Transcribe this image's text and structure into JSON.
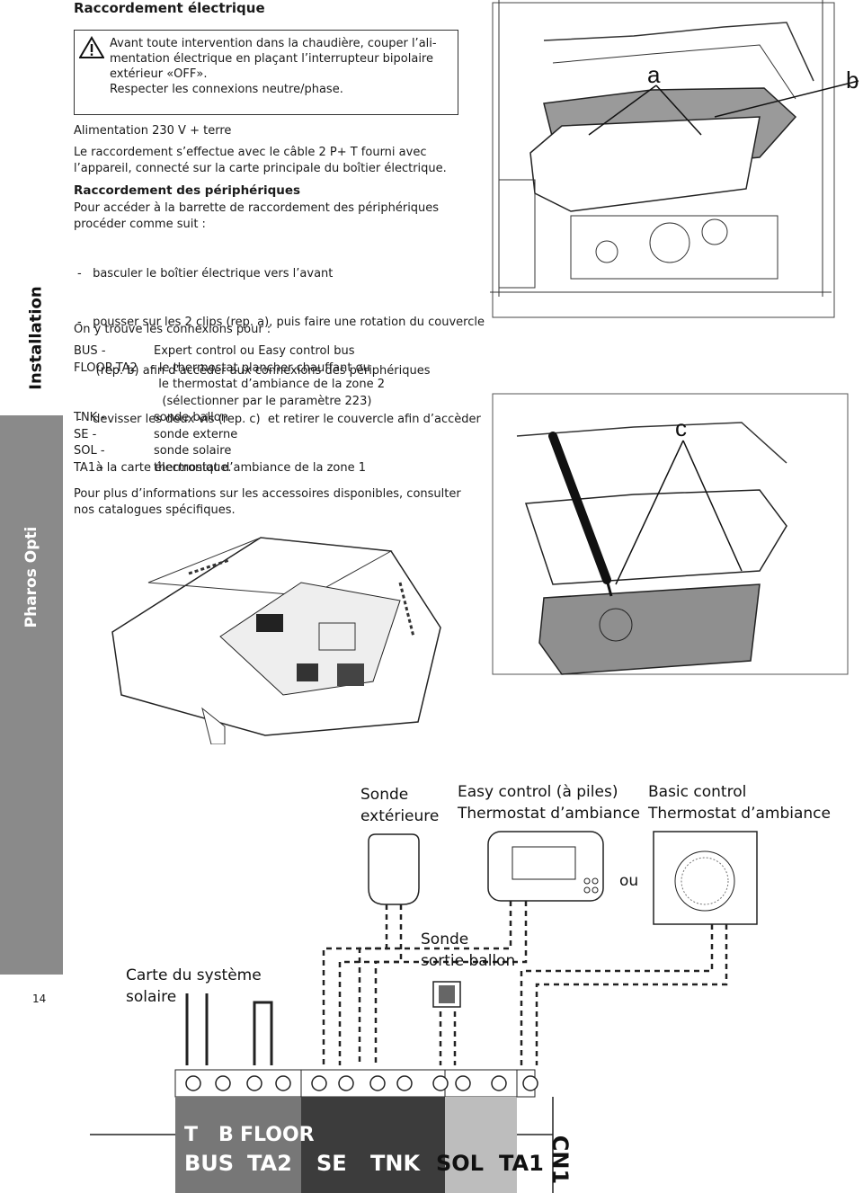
{
  "header": {
    "title": "Raccordement électrique"
  },
  "sidebar": {
    "section": "Installation",
    "product": "Pharos Opti",
    "page_number": "14"
  },
  "warning": {
    "lines": [
      "Avant toute intervention dans la chaudière, couper l’ali-",
      "mentation électrique en plaçant l’interrupteur bipolaire",
      "extérieur «OFF».",
      "Respecter les connexions neutre/phase."
    ]
  },
  "body": {
    "supply": "Alimentation 230 V + terre",
    "connection_1": "Le raccordement s’effectue avec le câble 2 P+ T fourni avec",
    "connection_2": "l’appareil, connecté sur la carte principale du boîtier électrique.",
    "periph_heading": "Raccordement des périphériques",
    "periph_intro_1": "Pour accéder à la barrette de raccordement des périphériques",
    "periph_intro_2": "procéder comme suit :",
    "steps": [
      "-   basculer le boîtier électrique vers l’avant",
      "-   pousser sur les 2 clips (rep. a), puis faire une rotation du couvercle",
      "     (rep. b) afin d’accèder aux connexions des périphériques",
      "-   devisser les deux vis (rep. c)  et retirer le couvercle afin d’accèder",
      "     à la carte électronique."
    ],
    "connections_intro": "On y trouve les connexions pour :",
    "connections": [
      {
        "code": "BUS -",
        "desc": "Expert control ou Easy control bus"
      },
      {
        "code": "FLOOR-TA2",
        "desc": "- le thermostat plancher chauffant ou"
      },
      {
        "code": "",
        "desc": "  le thermostat d’ambiance de la zone 2"
      },
      {
        "code": "",
        "desc": "   (sélectionner par le paramètre 223)"
      },
      {
        "code": "TNK -",
        "desc": "sonde ballon"
      },
      {
        "code": "SE -",
        "desc": "sonde externe"
      },
      {
        "code": "SOL -",
        "desc": "sonde solaire"
      },
      {
        "code": "TA1 -",
        "desc": "thermostat d’ambiance de la zone 1"
      }
    ],
    "more_info_1": "Pour plus d’informations sur les accessoires disponibles, consulter",
    "more_info_2": "nos catalogues spécifiques."
  },
  "figure_labels": {
    "a": "a",
    "b": "b",
    "c": "c"
  },
  "wiring": {
    "sonde_ext": [
      "Sonde",
      "extérieure"
    ],
    "easy_control": [
      "Easy control (à piles)",
      "Thermostat d’ambiance"
    ],
    "basic_control": [
      "Basic control",
      "Thermostat d’ambiance"
    ],
    "ou": "ou",
    "sonde_ballon": [
      "Sonde",
      "sortie ballon"
    ],
    "solar_board": [
      "Carte du système",
      "solaire"
    ],
    "connector": "CN1",
    "terminals": [
      {
        "top": "T   B",
        "label": "BUS"
      },
      {
        "top": "FLOOR",
        "label": "TA2"
      },
      {
        "top": "",
        "label": "SE"
      },
      {
        "top": "",
        "label": "TNK"
      },
      {
        "top": "",
        "label": "SOL"
      },
      {
        "top": "",
        "label": "TA1"
      }
    ]
  }
}
